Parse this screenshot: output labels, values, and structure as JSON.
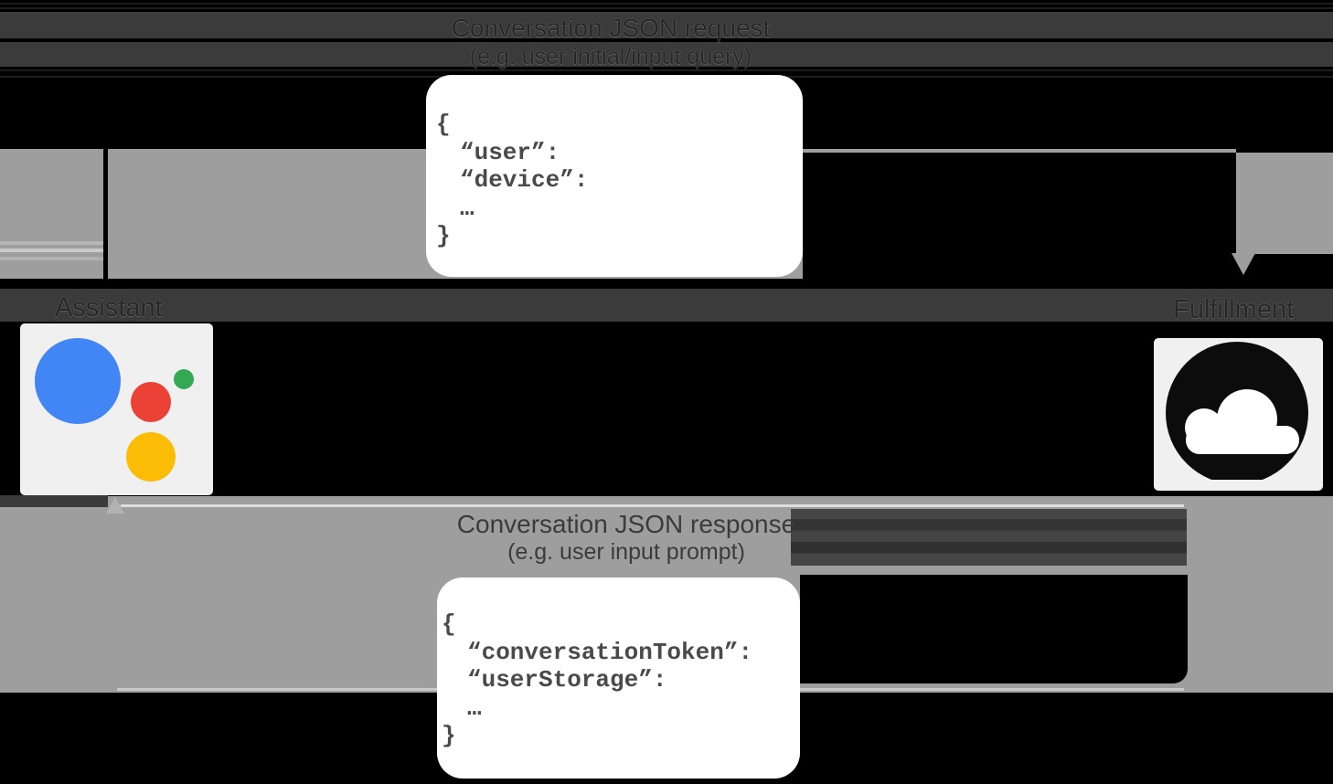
{
  "diagram": {
    "request_arrow": {
      "title": "Conversation JSON request",
      "subtitle": "(e.g. user initial/input query)",
      "direction": "assistant-to-fulfillment"
    },
    "response_arrow": {
      "title": "Conversation JSON response",
      "subtitle": "(e.g. user input prompt)",
      "direction": "fulfillment-to-assistant"
    },
    "nodes": {
      "assistant_label": "Assistant",
      "fulfillment_label": "Fulfillment"
    },
    "request_box": {
      "lines": [
        "{",
        "“user”:",
        "“device”:",
        "…",
        "}"
      ]
    },
    "response_box": {
      "lines": [
        "{",
        "“conversationToken”:",
        "“userStorage”:",
        "…",
        "}"
      ]
    },
    "icons": {
      "assistant": "google-assistant-logo",
      "fulfillment": "cloud-icon"
    },
    "colors": {
      "background": "#000000",
      "arrow_gray": "#9e9e9e",
      "band_dark": "#3b3b3b",
      "tile": "#f0f0f0",
      "logo_blue": "#4285f4",
      "logo_red": "#ea4335",
      "logo_green": "#34a853",
      "logo_yellow": "#fbbc05",
      "code_text": "#4a4a4a"
    }
  }
}
